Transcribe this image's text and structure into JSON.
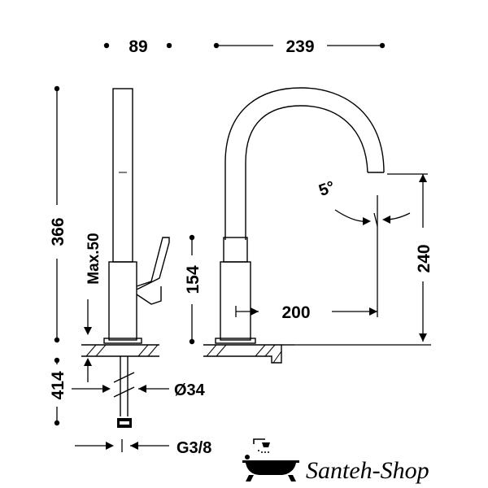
{
  "dimensions": {
    "width_side": "89",
    "reach": "239",
    "total_height": "366",
    "max_deck": "Max.50",
    "lever_height": "154",
    "spout_height": "240",
    "spout_offset": "200",
    "hose_length": "414",
    "hole_diameter": "Ø34",
    "thread": "G3/8",
    "angle": "5°"
  },
  "brand": {
    "name": "Santeh-Shop"
  }
}
